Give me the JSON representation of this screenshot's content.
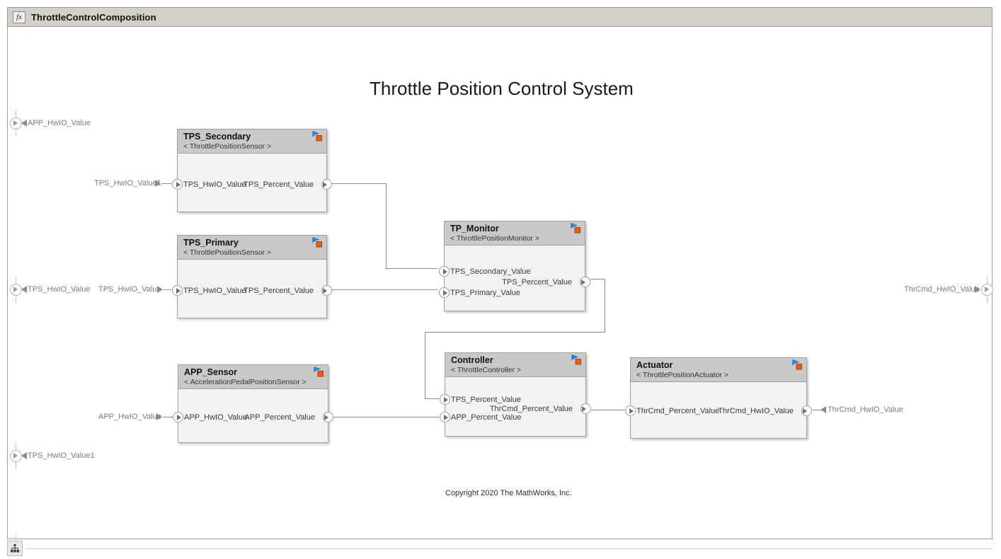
{
  "window": {
    "title": "ThrottleControlComposition",
    "icon": "fx-icon"
  },
  "diagram": {
    "title": "Throttle Position Control System",
    "copyright": "Copyright 2020 The MathWorks, Inc.",
    "background_color": "#ffffff",
    "header_color": "#c9c9c9",
    "body_color": "#f2f2f2",
    "border_color": "#a0a0a0",
    "line_color": "#8c8c8c",
    "badge_blue": "#1f78c8",
    "badge_orange": "#e3601b"
  },
  "blocks": [
    {
      "name": "TPS_Secondary",
      "stereotype": "< ThrottlePositionSensor >",
      "inputs": [
        "TPS_HwIO_Value"
      ],
      "outputs": [
        "TPS_Percent_Value"
      ]
    },
    {
      "name": "TPS_Primary",
      "stereotype": "< ThrottlePositionSensor >",
      "inputs": [
        "TPS_HwIO_Value"
      ],
      "outputs": [
        "TPS_Percent_Value"
      ]
    },
    {
      "name": "APP_Sensor",
      "stereotype": "< AccelerationPedalPositionSensor >",
      "inputs": [
        "APP_HwIO_Value"
      ],
      "outputs": [
        "APP_Percent_Value"
      ]
    },
    {
      "name": "TP_Monitor",
      "stereotype": "< ThrottlePositionMonitor >",
      "inputs": [
        "TPS_Secondary_Value",
        "TPS_Primary_Value"
      ],
      "outputs": [
        "TPS_Percent_Value"
      ]
    },
    {
      "name": "Controller",
      "stereotype": "< ThrottleController >",
      "inputs": [
        "TPS_Percent_Value",
        "APP_Percent_Value"
      ],
      "outputs": [
        "ThrCmd_Percent_Value"
      ]
    },
    {
      "name": "Actuator",
      "stereotype": "< ThrottlePositionActuator >",
      "inputs": [
        "ThrCmd_Percent_Value"
      ],
      "outputs": [
        "ThrCmd_HwIO_Value"
      ]
    }
  ],
  "root_ports": {
    "inputs": [
      {
        "label": "APP_HwIO_Value"
      },
      {
        "label": "TPS_HwIO_Value"
      },
      {
        "label": "TPS_HwIO_Value1"
      }
    ],
    "outputs": [
      {
        "label": "ThrCmd_HwIO_Value"
      }
    ]
  },
  "signal_labels": [
    {
      "label": "TPS_HwIO_Value1"
    },
    {
      "label": "TPS_HwIO_Value"
    },
    {
      "label": "APP_HwIO_Value"
    },
    {
      "label": "ThrCmd_HwIO_Value"
    }
  ],
  "statusbar": {
    "button_icon": "hierarchy-icon"
  }
}
